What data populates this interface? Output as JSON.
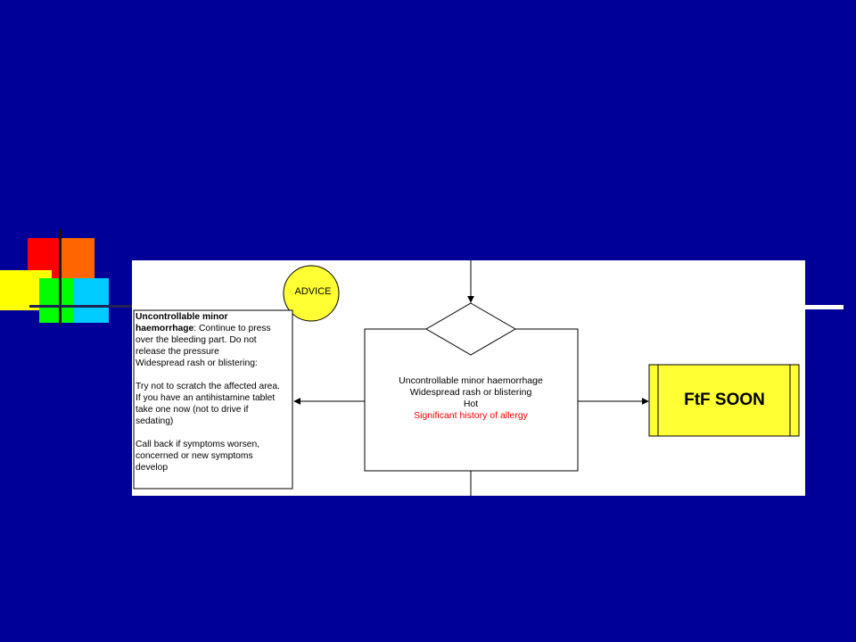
{
  "colors": {
    "background": "#000099",
    "decor_red": "#ff0000",
    "decor_orange": "#ff6600",
    "decor_yellow": "#ffff00",
    "decor_green": "#00ff00",
    "decor_cyan": "#00ccff",
    "advice_circle": "#ffff33",
    "ftf_box": "#ffff33",
    "emphasis_text": "#ff0000"
  },
  "advice_node": {
    "label": "ADVICE"
  },
  "advice_text": {
    "line1_bold": "Uncontrollable minor haemorrhage",
    "line1_rest": ": Continue to press over the bleeding part. Do not release the pressure",
    "line2": "Widespread rash or blistering:",
    "line3": "Try not to scratch the affected area. If you have an antihistamine tablet take one now (not to drive if sedating)",
    "line4": "Call back if symptoms worsen, concerned or new symptoms develop"
  },
  "symptom_box": {
    "line1": "Uncontrollable minor haemorrhage",
    "line2": "Widespread rash or blistering",
    "line3": "Hot",
    "line4": "Significant history of allergy"
  },
  "outcome_node": {
    "label": "FtF SOON"
  }
}
